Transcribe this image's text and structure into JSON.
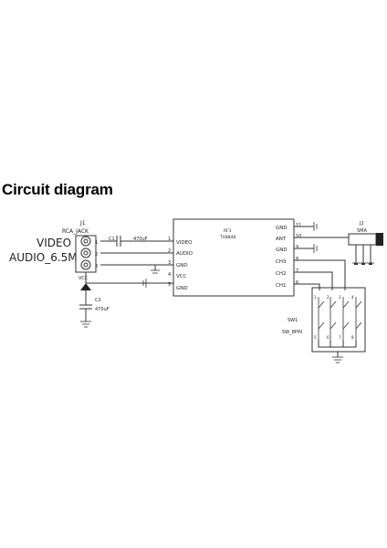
{
  "heading": "Circuit diagram",
  "side_labels": {
    "video": "VIDEO",
    "audio": "AUDIO_6.5M"
  },
  "j1": {
    "ref": "J1",
    "name": "RCA_JACK",
    "pins": [
      "1",
      "2",
      "3"
    ]
  },
  "c1": {
    "ref": "C1",
    "value": "470uF"
  },
  "c2": {
    "ref": "C2",
    "value": "470uF"
  },
  "vcc_label": "VCC",
  "rf1": {
    "ref": "RF1",
    "part": "TV8848",
    "left_pins": [
      {
        "num": "1",
        "name": "VIDEO"
      },
      {
        "num": "2",
        "name": "AUDIO"
      },
      {
        "num": "3",
        "name": "GND"
      },
      {
        "num": "4",
        "name": "VCC"
      },
      {
        "num": "5",
        "name": "GND"
      }
    ],
    "right_pins": [
      {
        "num": "11",
        "name": "GND"
      },
      {
        "num": "10",
        "name": "ANT"
      },
      {
        "num": "9",
        "name": "GND"
      },
      {
        "num": "8",
        "name": "CH3"
      },
      {
        "num": "7",
        "name": "CH2"
      },
      {
        "num": "6",
        "name": "CH1"
      }
    ]
  },
  "j2": {
    "ref": "J2",
    "name": "SMA"
  },
  "sw1": {
    "ref": "SW1",
    "name": "SW_8PIN",
    "numbers": [
      "1",
      "2",
      "3",
      "4",
      "5",
      "6",
      "7",
      "8"
    ]
  }
}
